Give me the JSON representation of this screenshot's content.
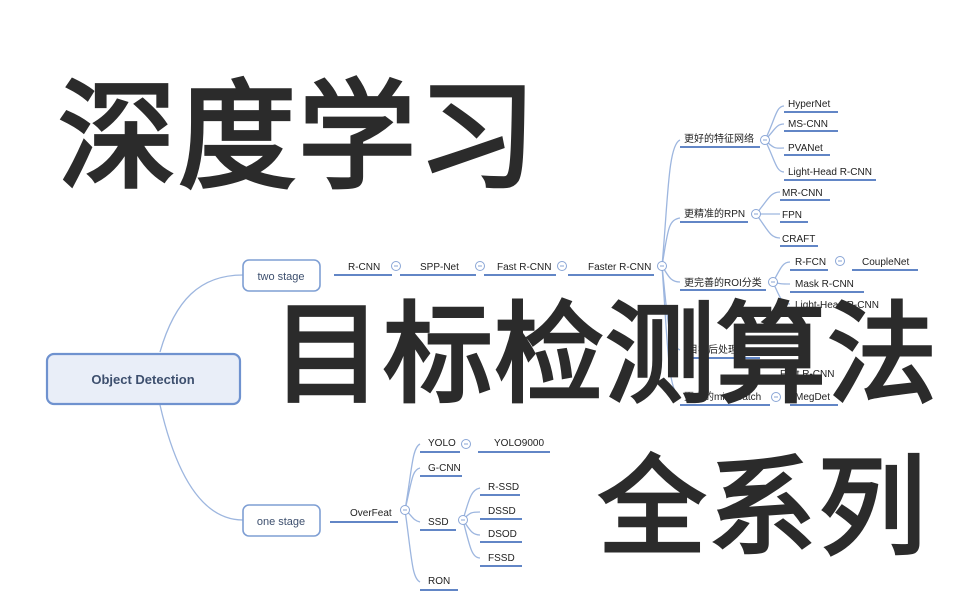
{
  "headline": {
    "line1": "深度学习",
    "line2": "目标检测算法",
    "line3": "全系列"
  },
  "mindmap": {
    "root": "Object Detection",
    "two_stage": {
      "label": "two stage",
      "chain": [
        "R-CNN",
        "SPP-Net",
        "Fast R-CNN",
        "Faster R-CNN"
      ],
      "branches": {
        "better_features": {
          "label": "更好的特征网络",
          "children": [
            "HyperNet",
            "MS-CNN",
            "PVANet",
            "Light-Head R-CNN"
          ]
        },
        "better_rpn": {
          "label": "更精准的RPN",
          "children": [
            "MR-CNN",
            "FPN",
            "CRAFT"
          ]
        },
        "better_roi": {
          "label": "更完善的ROI分类",
          "children": [
            "R-FCN",
            "Mask R-CNN",
            "Light-Head R-CNN"
          ],
          "rfcn_child": "CoupleNet"
        },
        "post": {
          "label": "目标后处理",
          "children": [
            "Fast R-CNN"
          ]
        },
        "minibatch": {
          "label": "更大的mini-Batch",
          "children": [
            "MegDet"
          ]
        }
      }
    },
    "one_stage": {
      "label": "one stage",
      "overfeat": "OverFeat",
      "yolo": "YOLO",
      "yolo_child": "YOLO9000",
      "gcnn": "G-CNN",
      "ssd": "SSD",
      "ssd_children": [
        "R-SSD",
        "DSSD",
        "DSOD",
        "FSSD"
      ],
      "ron": "RON"
    }
  },
  "colors": {
    "line": "#2f5fb3",
    "curve": "#9db6df",
    "root_fill": "#e9eef8",
    "root_stroke": "#6f92cf",
    "node_stroke": "#7f9fd4",
    "headline": "#2b2b2b"
  }
}
